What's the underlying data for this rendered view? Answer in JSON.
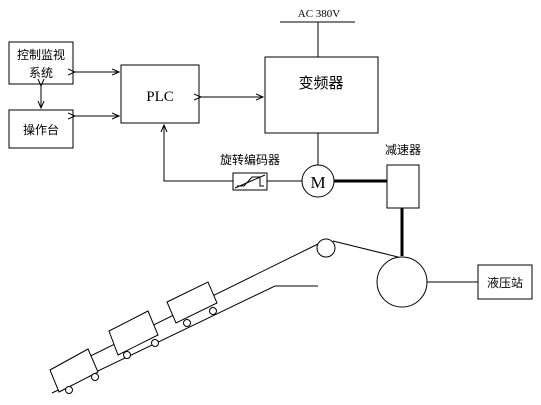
{
  "power_label": "AC 380V",
  "monitor_label": "控制监视系统",
  "monitor_line1": "控制监视",
  "monitor_line2": "系统",
  "console_label": "操作台",
  "plc_label": "PLC",
  "vfd_label": "变频器",
  "encoder_label": "旋转编码器",
  "motor_label": "M",
  "reducer_label": "减速器",
  "hydraulic_label": "液压站",
  "colors": {
    "line": "#000000",
    "background": "#ffffff"
  }
}
